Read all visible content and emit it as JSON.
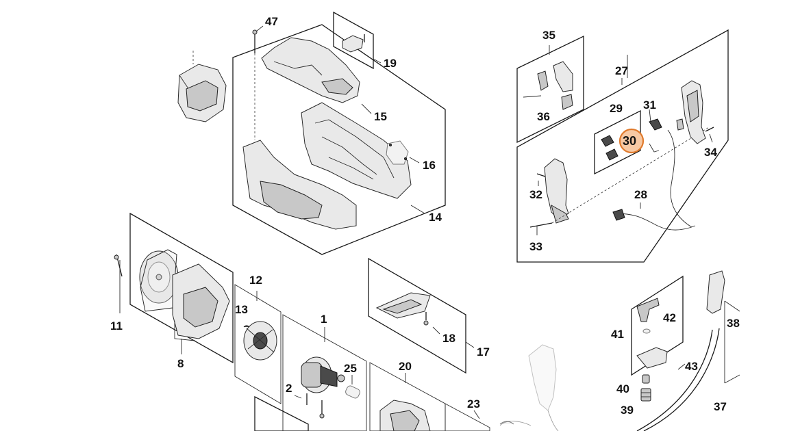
{
  "diagram": {
    "highlighted_part": "30",
    "highlight_color": "#e07a2c",
    "labels": {
      "p1": "1",
      "p2": "2",
      "p8": "8",
      "p11": "11",
      "p12": "12",
      "p13": "13",
      "p14": "14",
      "p15": "15",
      "p16": "16",
      "p17": "17",
      "p18": "18",
      "p19": "19",
      "p20": "20",
      "p23": "23",
      "p25": "25",
      "p27": "27",
      "p28": "28",
      "p29": "29",
      "p30": "30",
      "p31": "31",
      "p32": "32",
      "p33": "33",
      "p34": "34",
      "p35": "35",
      "p36": "36",
      "p37": "37",
      "p38": "38",
      "p39": "39",
      "p40": "40",
      "p41": "41",
      "p42": "42",
      "p43": "43",
      "p47": "47"
    }
  }
}
